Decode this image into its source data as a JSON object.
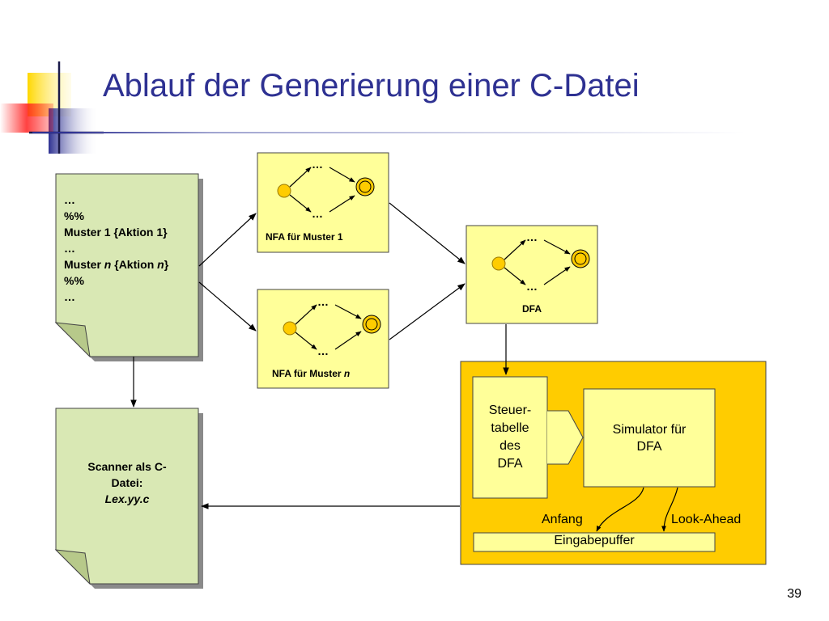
{
  "title": "Ablauf der Generierung einer C-Datei",
  "page_number": "39",
  "source_doc": {
    "lines": [
      "…",
      "%%",
      "Muster 1 {Aktion 1}",
      "…"
    ],
    "line_n_pre": "Muster ",
    "line_n_var1": "n",
    "line_n_mid": " {Aktion ",
    "line_n_var2": "n",
    "line_n_post": "}",
    "lines_end": [
      "%%",
      "…"
    ]
  },
  "nfa1": {
    "label": "NFA für Muster 1",
    "ellipsis_top": "…",
    "ellipsis_bottom": "…"
  },
  "nfan": {
    "label_pre": "NFA für Muster ",
    "label_var": "n",
    "ellipsis_top": "…",
    "ellipsis_bottom": "…"
  },
  "dfa": {
    "label": "DFA",
    "ellipsis_top": "…",
    "ellipsis_bottom": "…"
  },
  "scanner": {
    "line1": "Scanner als C-",
    "line2": "Datei:",
    "line3": "Lex.yy.c"
  },
  "runtime": {
    "steuer_lines": [
      "Steuer-",
      "tabelle",
      "des",
      "DFA"
    ],
    "simulator_lines": [
      "Simulator für",
      "DFA"
    ],
    "anfang": "Anfang",
    "lookahead": "Look-Ahead",
    "eingabepuffer": "Eingabepuffer"
  },
  "colors": {
    "title": "#2e3192",
    "doc_fill": "#d9e8b4",
    "box_fill": "#ffff99",
    "runtime_fill": "#ffcc00",
    "start_state": "#ffcc00",
    "deco_yellow": "#ffd700",
    "deco_blue": "#2e3192",
    "deco_red": "#ff0000"
  }
}
